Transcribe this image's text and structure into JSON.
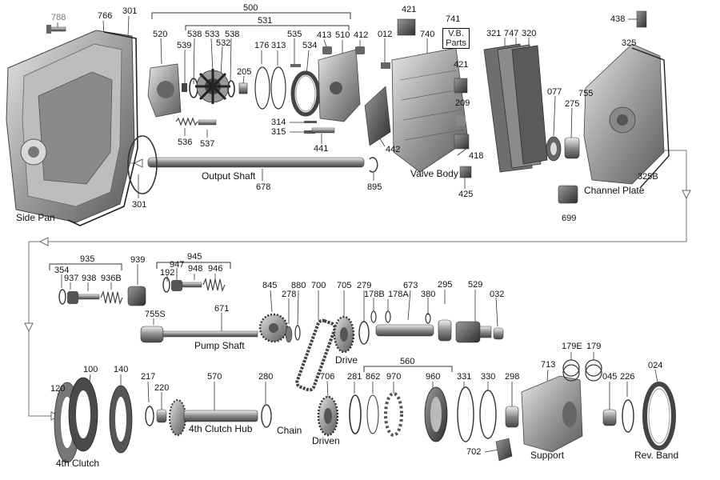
{
  "labels": {
    "side_pan": "Side Pan",
    "output_shaft": "Output  Shaft",
    "valve_body": "Valve  Body",
    "vb_line1": "V.B.",
    "vb_line2": "Parts",
    "channel_plate": "Channel Plate",
    "pump_shaft": "Pump Shaft",
    "drive": "Drive",
    "clutch_hub": "4th Clutch Hub",
    "chain": "Chain",
    "driven": "Driven",
    "support": "Support",
    "rev_band": "Rev. Band",
    "fourth_clutch": "4th Clutch"
  },
  "parts": {
    "p788": "788",
    "p766": "766",
    "p301a": "301",
    "p500": "500",
    "p531": "531",
    "p520": "520",
    "p539": "539",
    "p538a": "538",
    "p533": "533",
    "p538b": "538",
    "p532": "532",
    "p205": "205",
    "p176": "176",
    "p313": "313",
    "p535": "535",
    "p534": "534",
    "p413": "413",
    "p510": "510",
    "p412": "412",
    "p421a": "421",
    "p012": "012",
    "p740": "740",
    "p741": "741",
    "p421b": "421",
    "p209": "209",
    "p418": "418",
    "p425": "425",
    "p321": "321",
    "p747": "747",
    "p320": "320",
    "p077": "077",
    "p275": "275",
    "p755": "755",
    "p438": "438",
    "p325": "325",
    "p325b": "325B",
    "p699": "699",
    "p314": "314",
    "p315": "315",
    "p441": "441",
    "p442": "442",
    "p536": "536",
    "p537": "537",
    "p678": "678",
    "p895": "895",
    "p301b": "301",
    "p935": "935",
    "p354": "354",
    "p937": "937",
    "p938": "938",
    "p936b": "936B",
    "p939": "939",
    "p945": "945",
    "p192": "192",
    "p947": "947",
    "p948": "948",
    "p946": "946",
    "p755s": "755S",
    "p671": "671",
    "p845": "845",
    "p278": "278",
    "p880": "880",
    "p700": "700",
    "p705": "705",
    "p279": "279",
    "p178b": "178B",
    "p178a": "178A",
    "p673": "673",
    "p380": "380",
    "p295": "295",
    "p529": "529",
    "p032": "032",
    "p100": "100",
    "p120": "120",
    "p140": "140",
    "p217": "217",
    "p220": "220",
    "p570": "570",
    "p280": "280",
    "p706": "706",
    "p281": "281",
    "p862": "862",
    "p970": "970",
    "p560": "560",
    "p960": "960",
    "p331": "331",
    "p330": "330",
    "p298": "298",
    "p713": "713",
    "p179e": "179E",
    "p179": "179",
    "p045": "045",
    "p226": "226",
    "p024": "024",
    "p702": "702"
  },
  "colors": {
    "line": "#333333",
    "part_dark": "#555555",
    "part_mid": "#9a9a9a",
    "part_light": "#d0d0d0",
    "background": "#ffffff"
  }
}
